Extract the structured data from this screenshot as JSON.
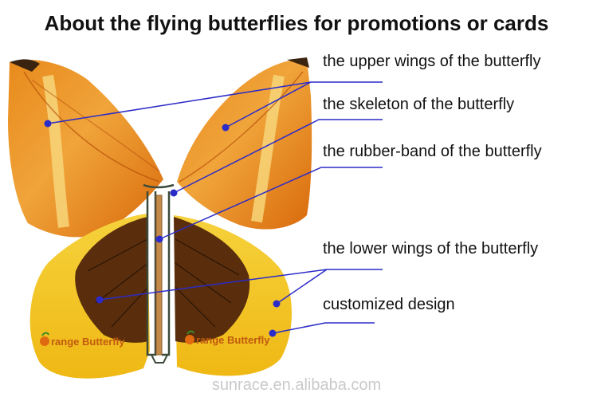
{
  "title": "About the flying butterflies for promotions or cards",
  "labels": {
    "upper_wings": "the upper wings of the butterfly",
    "skeleton": "the skeleton of the butterfly",
    "rubber_band": "the rubber-band of the butterfly",
    "lower_wings": "the lower wings of the butterfly",
    "customized_design": "customized design"
  },
  "brand_text": "range Butterfly",
  "watermark": "sunrace.en.alibaba.com",
  "colors": {
    "leader_line": "#2b2bc8",
    "upper_wing_orange": "#e07a12",
    "lower_wing_yellow": "#f3c51a",
    "lower_wing_brown": "#5a2e0c"
  }
}
